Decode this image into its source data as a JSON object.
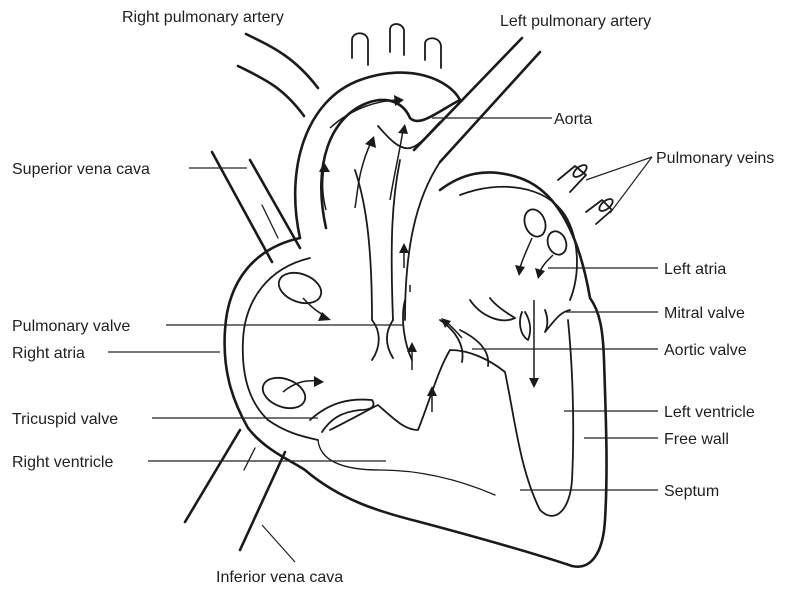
{
  "labels": {
    "right_pulmonary_artery": "Right pulmonary artery",
    "left_pulmonary_artery": "Left pulmonary artery",
    "aorta": "Aorta",
    "superior_vena_cava": "Superior vena cava",
    "pulmonary_veins": "Pulmonary veins",
    "left_atria": "Left atria",
    "pulmonary_valve": "Pulmonary valve",
    "mitral_valve": "Mitral valve",
    "right_atria": "Right atria",
    "aortic_valve": "Aortic valve",
    "tricuspid_valve": "Tricuspid valve",
    "left_ventricle": "Left ventricle",
    "free_wall": "Free wall",
    "right_ventricle": "Right ventricle",
    "septum": "Septum",
    "inferior_vena_cava": "Inferior vena cava"
  }
}
